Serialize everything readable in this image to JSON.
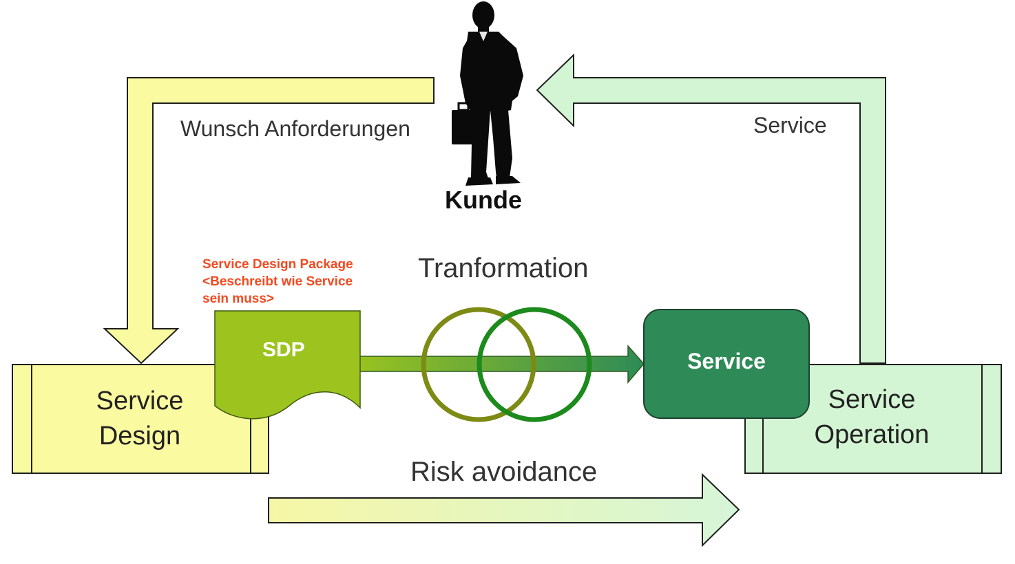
{
  "labels": {
    "wunsch": "Wunsch\nAnforderungen",
    "service_return": "Service",
    "kunde": "Kunde",
    "sdp_note": "Service Design Package\n<Beschreibt wie Service\nsein muss>",
    "tranformation": "Tranformation",
    "sdp": "SDP",
    "service_box": "Service",
    "service_design": "Service\nDesign",
    "service_operation": "Service\nOperation",
    "risk_avoidance": "Risk avoidance"
  },
  "icons": {
    "customer": "businessman-with-briefcase-icon"
  },
  "colors": {
    "yellow_fill": "#fafaa0",
    "yellow_stroke": "#1e1e1e",
    "green_pale_fill": "#d4f5d4",
    "sdp_green": "#9dc41e",
    "service_box_green": "#2e8b57",
    "ring_olive": "#7d8a14",
    "ring_green": "#1c8a1c",
    "note_red": "#f24a21"
  }
}
